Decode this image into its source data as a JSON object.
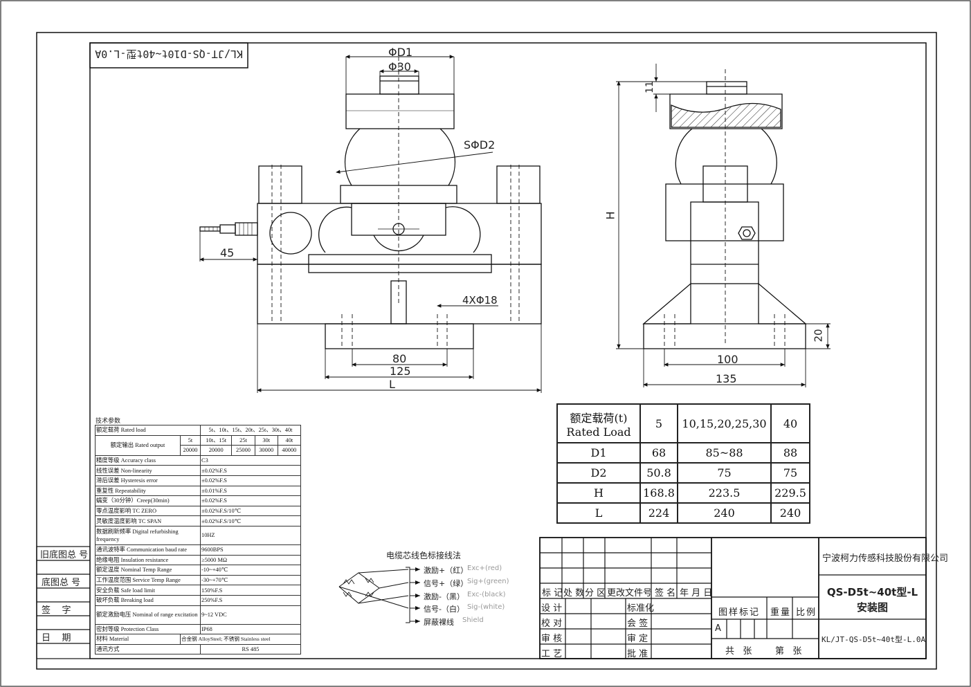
{
  "drawing_no_mirrored": "KL/JT-QS-D10t~40t型-L.0A",
  "dims": {
    "d1": "ΦD1",
    "d30": "Φ30",
    "sd2": "SΦD2",
    "l45": "45",
    "holes": "4XΦ18",
    "l80": "80",
    "l125": "125",
    "L": "L",
    "h11": "11",
    "H": "H",
    "h20": "20",
    "w100": "100",
    "w135": "135"
  },
  "left_labels": [
    "旧底图总 号",
    "底图总 号",
    "签    字",
    "日    期"
  ],
  "spec": {
    "title": "技术参数",
    "rated_load_label": "额定载荷 Rated load",
    "rated_load_value": "5t、10t、15t、20t、25t、30t、40t",
    "rated_output_label": "额定输出 Rated output",
    "ro_heads": [
      "5t",
      "10t、15t",
      "25t",
      "30t",
      "40t"
    ],
    "ro_values": [
      "20000",
      "20000",
      "25000",
      "30000",
      "40000"
    ],
    "rows": [
      {
        "label": "精度等级 Accuracy class",
        "value": "C3"
      },
      {
        "label": "线性误差 Non-linearity",
        "value": "±0.02%F.S"
      },
      {
        "label": "滞后误差 Hysteresis error",
        "value": "±0.02%F.S"
      },
      {
        "label": "重复性 Repeatability",
        "value": "±0.01%F.S"
      },
      {
        "label": "蠕变（30分钟）Creep(30min)",
        "value": "±0.02%F.S"
      },
      {
        "label": "零点温度影响 TC ZERO",
        "value": "±0.02%F.S/10℃"
      },
      {
        "label": "灵敏度温度影响 TC SPAN",
        "value": "±0.02%F.S/10℃"
      },
      {
        "label": "数据刷新频率 Digital refurbishing frequency",
        "value": "10HZ"
      },
      {
        "label": "通讯波特率 Communication baud rate",
        "value": "9600BPS"
      },
      {
        "label": "绝缘电阻 Insulation resistance",
        "value": "≥5000 MΩ"
      },
      {
        "label": "额定温度 Nominal Temp Range",
        "value": "-10~+40℃"
      },
      {
        "label": "工作温度范围 Service Temp Range",
        "value": "-30~+70℃"
      },
      {
        "label": "安全负载 Safe load limit",
        "value": "150%F.S"
      },
      {
        "label": "破坏负载 Breaking load",
        "value": "250%F.S"
      },
      {
        "label": "额定激励电压 Nominal of range excitation",
        "value": "9~12 VDC"
      },
      {
        "label": "密封等级 Protection Class",
        "value": "IP68"
      }
    ],
    "material_label": "材料 Material",
    "material_value": "合金钢 AlloySteel; 不锈钢 Stainless steel",
    "comm_label": "通讯方式",
    "comm_value": "RS 485"
  },
  "wiring": {
    "title": "电缆芯线色标接线法",
    "lines": [
      {
        "cn": "激励+（红）",
        "en": "Exc+(red)"
      },
      {
        "cn": "信号+（绿）",
        "en": "Sig+(green)"
      },
      {
        "cn": "激励-（黑）",
        "en": "Exc-(black)"
      },
      {
        "cn": "信号-（白）",
        "en": "Sig-(white)"
      },
      {
        "cn": "屏蔽裸线",
        "en": "Shield"
      }
    ]
  },
  "load_table": {
    "head1": "额定载荷(t)",
    "head2": "Rated Load",
    "cols": [
      "5",
      "10,15,20,25,30",
      "40"
    ],
    "rows": [
      {
        "name": "D1",
        "v": [
          "68",
          "85~88",
          "88"
        ]
      },
      {
        "name": "D2",
        "v": [
          "50.8",
          "75",
          "75"
        ]
      },
      {
        "name": "H",
        "v": [
          "168.8",
          "223.5",
          "229.5"
        ]
      },
      {
        "name": "L",
        "v": [
          "224",
          "240",
          "240"
        ]
      }
    ]
  },
  "title_block": {
    "company": "宁波柯力传感科技股份有限公司",
    "model": "QS-D5t~40t型-L",
    "drawing_type": "安装图",
    "drawing_no": "KL/JT-QS-D5t~40t型-L.0A",
    "rev_headers": [
      "标 记",
      "处 数",
      "分 区",
      "更改文件号",
      "签 名",
      "年 月 日"
    ],
    "roles": [
      "设 计",
      "校 对",
      "审 核",
      "工 艺"
    ],
    "roles2": [
      "标准化",
      "会 签",
      "审 定",
      "批 准"
    ],
    "pattern_mark": "图样标记",
    "weight": "重量",
    "scale": "比例",
    "stage": "A",
    "sheets_total": "共   张",
    "sheet_no": "第   张"
  }
}
